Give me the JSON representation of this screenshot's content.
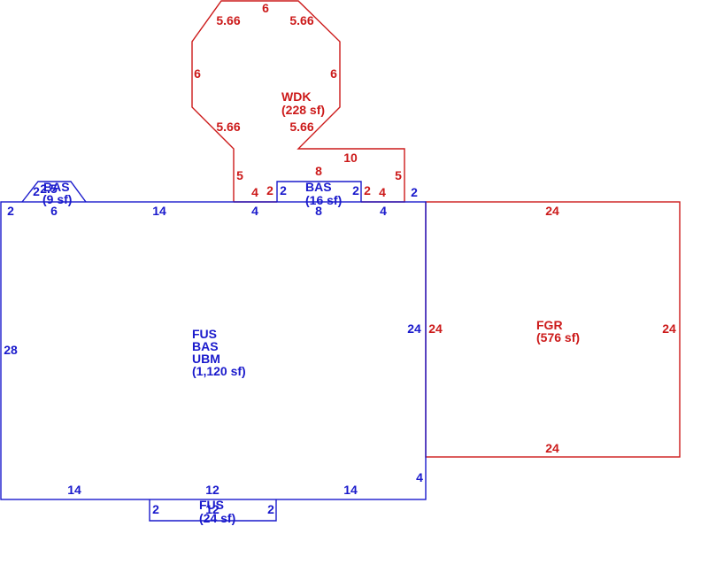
{
  "colors": {
    "house": "#1a1acc",
    "garage_deck": "#cc1a1a",
    "background": "#ffffff"
  },
  "main_area": {
    "codes": [
      "FUS",
      "BAS",
      "UBM"
    ],
    "area": "(1,120 sf)"
  },
  "main_dims": {
    "left": "28",
    "top_left_2": "2",
    "top_6": "6",
    "top_14": "14",
    "top_4a": "4",
    "top_8": "8",
    "top_4b": "4",
    "top_right_2": "2",
    "right": "24",
    "right_bottom_4": "4",
    "bottom_14a": "14",
    "bottom_12": "12",
    "bottom_14b": "14"
  },
  "bay_left": {
    "code": "BAS",
    "area": "(9 sf)",
    "dim_a": "2",
    "dim_b": "2.5"
  },
  "bay_top": {
    "code": "BAS",
    "area": "(16 sf)",
    "top": "8",
    "left": "2",
    "right": "2",
    "middle": "8"
  },
  "bay_bottom": {
    "code": "FUS",
    "area": "(24 sf)",
    "left": "2",
    "right": "2",
    "middle": "12"
  },
  "garage": {
    "code": "FGR",
    "area": "(576 sf)",
    "top": "24",
    "bottom": "24",
    "left": "24",
    "right": "24"
  },
  "deck": {
    "code": "WDK",
    "area": "(228 sf)",
    "top": "6",
    "diag_tl": "5.66",
    "diag_tr": "5.66",
    "left": "6",
    "right": "6",
    "diag_bl": "5.66",
    "diag_br": "5.66",
    "step_10": "10",
    "left_5": "5",
    "right_5": "5",
    "left_4": "4",
    "left_2": "2",
    "right_2": "2",
    "right_4": "4"
  }
}
